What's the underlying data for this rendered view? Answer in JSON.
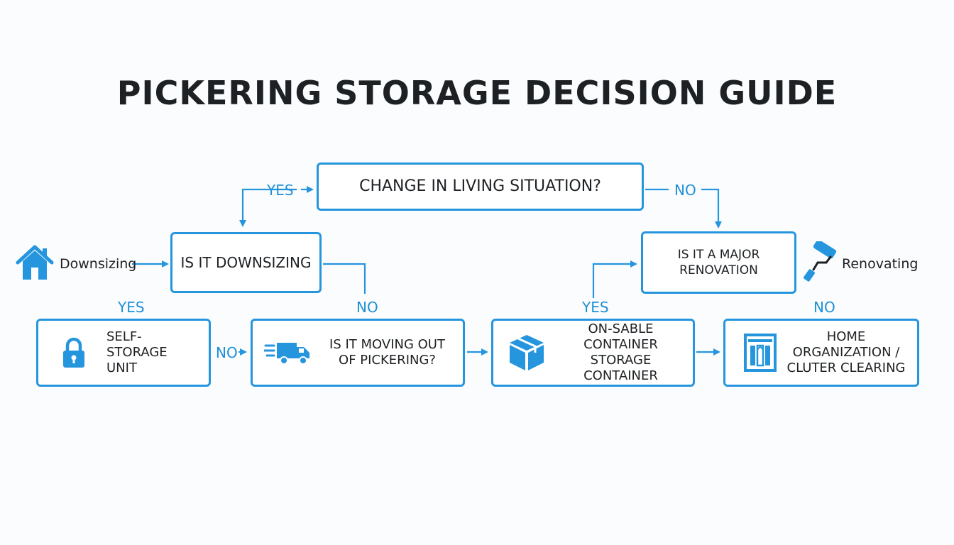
{
  "title": "PICKERING STORAGE DECISION GUIDE",
  "nodes": {
    "change_living": "CHANGE IN LIVING SITUATION?",
    "is_downsizing": "IS IT DOWNSIZING",
    "major_renovation": "IS IT A MAJOR RENOVATION",
    "self_storage": "SELF-STORAGE UNIT",
    "moving_out": "IS IT MOVING OUT OF PICKERING?",
    "container_storage": "ON-SABLE CONTAINER STORAGE CONTAINER",
    "home_organization": "HOME ORGANIZATION / CLUTER CLEARING"
  },
  "labels": {
    "yes": "YES",
    "no": "NO"
  },
  "side_labels": {
    "downsizing": "Downsizing",
    "renovating": "Renovating"
  },
  "icons": {
    "house": "house-icon",
    "paint_roller": "paint-roller-icon",
    "lock": "padlock-icon",
    "truck": "moving-truck-icon",
    "box": "box-icon",
    "shelf": "shelving-icon"
  },
  "colors": {
    "accent": "#2596de",
    "text": "#1e2124",
    "background": "#fbfcfd"
  }
}
